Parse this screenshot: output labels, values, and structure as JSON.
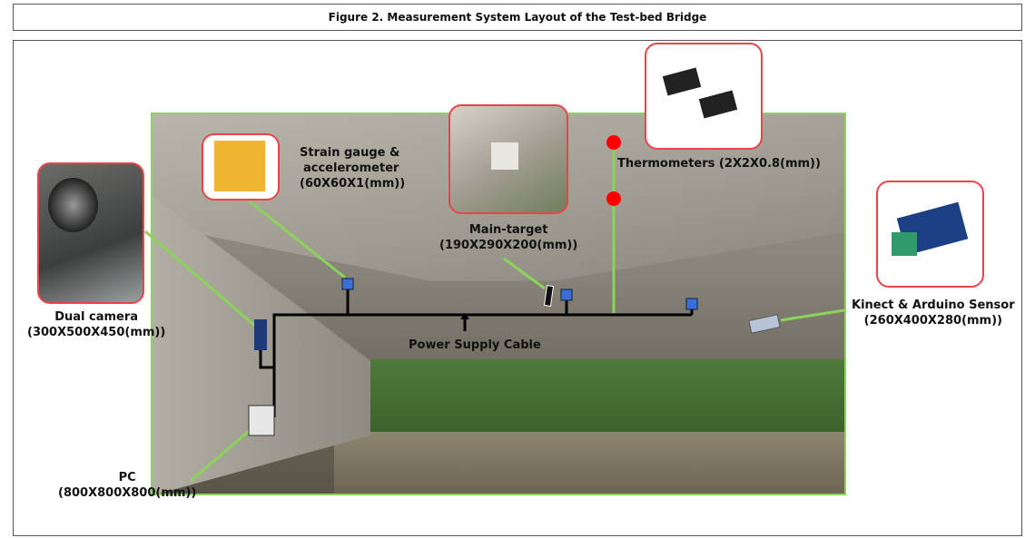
{
  "title": "Figure 2. Measurement System Layout of the Test-bed Bridge",
  "labels": {
    "strain_gauge": [
      "Strain gauge &",
      "accelerometer",
      "(60X60X1(mm))"
    ],
    "thermometers": "Thermometers (2X2X0.8(mm))",
    "main_target": [
      "Main-target",
      "(190X290X200(mm))"
    ],
    "dual_camera": [
      "Dual camera",
      "(300X500X450(mm))"
    ],
    "kinect": [
      "Kinect & Arduino Sensor",
      "(260X400X280(mm))"
    ],
    "power_cable": "Power Supply Cable",
    "pc": [
      "PC",
      "(800X800X800(mm))"
    ]
  },
  "colors": {
    "callout_line": "#8bd35a",
    "sensor": "#3a6fd8",
    "thermometer": "#ff0000",
    "inset_border": "#e8454b"
  }
}
